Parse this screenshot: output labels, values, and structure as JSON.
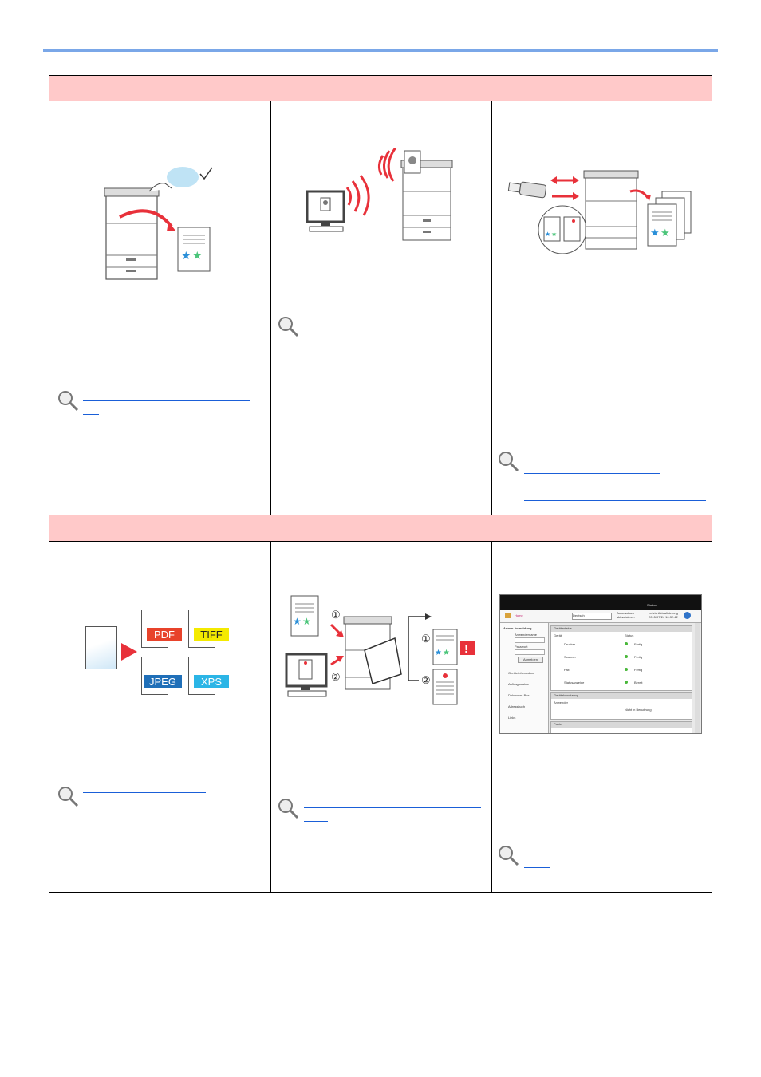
{
  "formats": {
    "pdf": "PDF",
    "tiff": "TIFF",
    "jpeg": "JPEG",
    "xps": "XPS"
  },
  "step_markers": {
    "one": "①",
    "two": "②",
    "one_b": "①",
    "two_b": "②"
  },
  "ui_screenshot": {
    "home": "Home",
    "language": "Deutsch",
    "auto_refresh": "Automatisch aktualisieren",
    "last_update_label": "Letzte Aktualisierung",
    "last_update_value": "2015/07/24 10:32:42",
    "station": "Station",
    "admin_login": "Admin Anmeldung",
    "username_label": "Anwendername",
    "password_label": "Passwort",
    "login_button": "Anmelden",
    "nav_items": [
      "Geräteinformation",
      "Auftragsstatus",
      "Dokument-Box",
      "Adressbuch",
      "Links"
    ],
    "device_status_header": "Gerätestatus",
    "col_device": "Gerät",
    "col_status": "Status",
    "devices": [
      {
        "name": "Drucker",
        "status": "Fertig",
        "color": "#49b83a"
      },
      {
        "name": "Scanner",
        "status": "Fertig",
        "color": "#49b83a"
      },
      {
        "name": "Fax",
        "status": "Fertig",
        "color": "#49b83a"
      },
      {
        "name": "Statusanzeige",
        "status": "Bereit",
        "color": "#49b83a"
      }
    ],
    "user_section_header": "Gerätebenutzung",
    "col_user": "Anwender",
    "user_status": "Nicht in Benutzung",
    "paper_header": "Papier"
  },
  "colors": {
    "band": "#ffc9c9",
    "link": "#1a5fd8",
    "pdf_bg": "#e8432b",
    "tiff_bg": "#f4ea00",
    "jpeg_bg": "#1f6fb8",
    "xps_bg": "#2bb5e6",
    "accent_red": "#e8313a"
  }
}
